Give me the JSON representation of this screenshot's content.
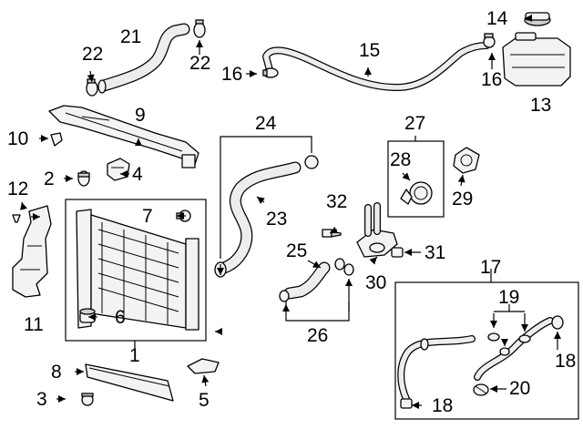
{
  "callouts": {
    "c1": "1",
    "c2": "2",
    "c3": "3",
    "c4": "4",
    "c5": "5",
    "c6": "6",
    "c7": "7",
    "c8": "8",
    "c9": "9",
    "c10": "10",
    "c11": "11",
    "c12": "12",
    "c13": "13",
    "c14": "14",
    "c15": "15",
    "c16a": "16",
    "c16b": "16",
    "c17": "17",
    "c18a": "18",
    "c18b": "18",
    "c19": "19",
    "c20": "20",
    "c21": "21",
    "c22a": "22",
    "c22b": "22",
    "c23": "23",
    "c24": "24",
    "c25": "25",
    "c26": "26",
    "c27": "27",
    "c28": "28",
    "c29": "29",
    "c30": "30",
    "c31": "31",
    "c32": "32"
  },
  "arrowheads": [
    [
      43,
      152,
      53,
      152
    ],
    [
      70,
      196,
      80,
      196
    ],
    [
      62,
      438,
      72,
      438
    ],
    [
      142,
      191,
      132,
      191
    ],
    [
      204,
      237,
      194,
      237
    ],
    [
      107,
      348,
      97,
      348
    ],
    [
      82,
      408,
      92,
      408
    ],
    [
      34,
      238,
      44,
      238
    ],
    [
      28,
      231,
      23,
      221
    ],
    [
      244,
      364,
      234,
      364
    ],
    [
      224,
      423,
      226,
      413
    ],
    [
      270,
      81,
      280,
      81
    ],
    [
      540,
      75,
      540,
      65
    ],
    [
      583,
      20,
      573,
      20
    ],
    [
      152,
      160,
      155,
      152
    ],
    [
      98,
      80,
      101,
      92
    ],
    [
      219,
      42,
      219,
      52
    ],
    [
      350,
      176,
      342,
      168
    ],
    [
      242,
      289,
      242,
      299
    ],
    [
      290,
      222,
      280,
      214
    ],
    [
      341,
      286,
      351,
      293
    ],
    [
      314,
      341,
      314,
      331
    ],
    [
      383,
      341,
      383,
      331
    ],
    [
      412,
      285,
      415,
      275
    ],
    [
      463,
      277,
      453,
      277
    ],
    [
      440,
      189,
      448,
      197
    ],
    [
      504,
      203,
      508,
      193
    ],
    [
      370,
      252,
      360,
      256
    ],
    [
      542,
      355,
      542,
      365
    ],
    [
      576,
      355,
      576,
      367
    ],
    [
      554,
      371,
      554,
      381
    ],
    [
      612,
      385,
      612,
      375
    ],
    [
      463,
      445,
      453,
      445
    ],
    [
      556,
      426,
      546,
      426
    ]
  ]
}
